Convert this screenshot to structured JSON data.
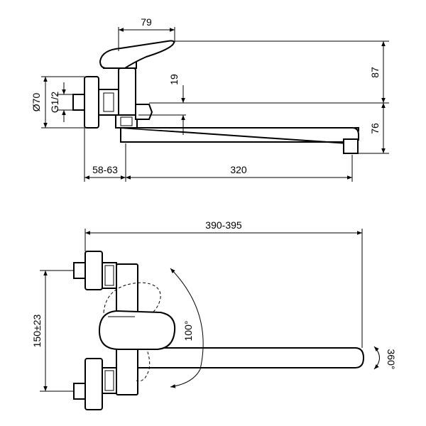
{
  "side_view": {
    "dim_lever_width": "79",
    "dim_lever_height": "87",
    "dim_spout_offset": "19",
    "dim_spout_drop": "76",
    "dim_flange_diameter": "Ø70",
    "dim_thread": "G1/2",
    "dim_wall_depth": "58-63",
    "dim_spout_length": "320"
  },
  "top_view": {
    "dim_total_length": "390-395",
    "dim_connector_spacing": "150±23",
    "dim_lever_rotation": "100°",
    "dim_spout_rotation": "360°"
  }
}
